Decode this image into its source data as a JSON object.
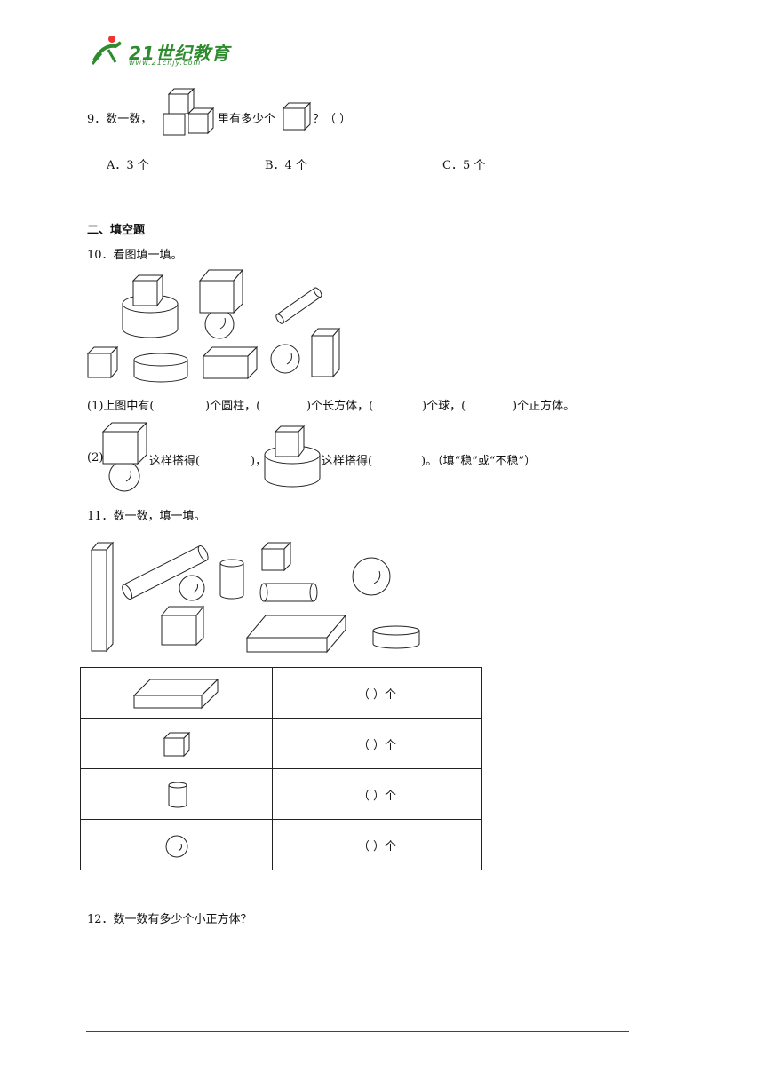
{
  "header": {
    "logo_text": "21世纪教育",
    "logo_sub": "www.21cnjy.com"
  },
  "q9": {
    "prefix": "9．数一数，",
    "middle": "里有多少个",
    "suffix": "？（    ）",
    "options": [
      "A．3 个",
      "B．4 个",
      "C．5 个"
    ]
  },
  "section2": {
    "title": "二、填空题"
  },
  "q10": {
    "title": "10．看图填一填。",
    "p1": [
      "(1)上图中有(",
      ")个圆柱，(",
      ")个长方体，(",
      ")个球，(",
      ")个正方体。"
    ],
    "p2": [
      "(2)",
      "这样搭得(",
      ")，",
      "这样搭得(",
      ")。（填“稳”或“不稳”）"
    ]
  },
  "q11": {
    "title": "11．数一数，填一填。",
    "rows": [
      {
        "shape": "cuboid-flat-icon",
        "answer": "（    ）个"
      },
      {
        "shape": "cube-icon",
        "answer": "（    ）个"
      },
      {
        "shape": "cylinder-icon",
        "answer": "（    ）个"
      },
      {
        "shape": "sphere-icon",
        "answer": "（    ）个"
      }
    ]
  },
  "q12": {
    "title": "12．数一数有多少个小正方体？"
  }
}
